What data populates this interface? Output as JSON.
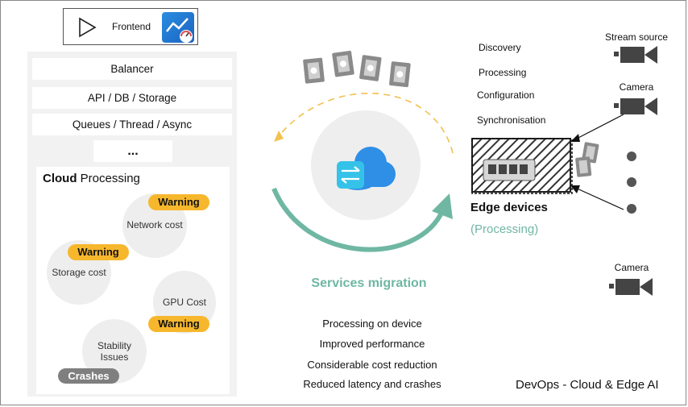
{
  "frontend": {
    "label": "Frontend",
    "icon": "monitoring-gauge-icon"
  },
  "stack": {
    "layers": [
      "Balancer",
      "API / DB / Storage",
      "Queues / Thread / Async",
      "..."
    ],
    "cloud_bold": "Cloud",
    "cloud_rest": "Processing",
    "issues": {
      "network_cost": "Network cost",
      "storage_cost": "Storage cost",
      "gpu_cost": "GPU Cost",
      "stability_line1": "Stability",
      "stability_line2": "Issues"
    },
    "warning": "Warning",
    "crashes": "Crashes"
  },
  "center": {
    "title": "Services migration",
    "benefits": [
      "Processing on device",
      "Improved performance",
      "Considerable cost reduction",
      "Reduced latency and crashes"
    ]
  },
  "edge": {
    "tasks": [
      "Discovery",
      "Processing",
      "Configuration",
      "Synchronisation"
    ],
    "title": "Edge devices",
    "subtitle": "(Processing)"
  },
  "devices": {
    "stream_source": "Stream source",
    "camera1": "Camera",
    "camera2": "Camera"
  },
  "footer": "DevOps - Cloud & Edge AI",
  "colors": {
    "accent_green": "#6fb7a3",
    "warning": "#f7b72d",
    "dash_orange": "#f2c14e",
    "cloud_blue": "#2f8fe6"
  }
}
